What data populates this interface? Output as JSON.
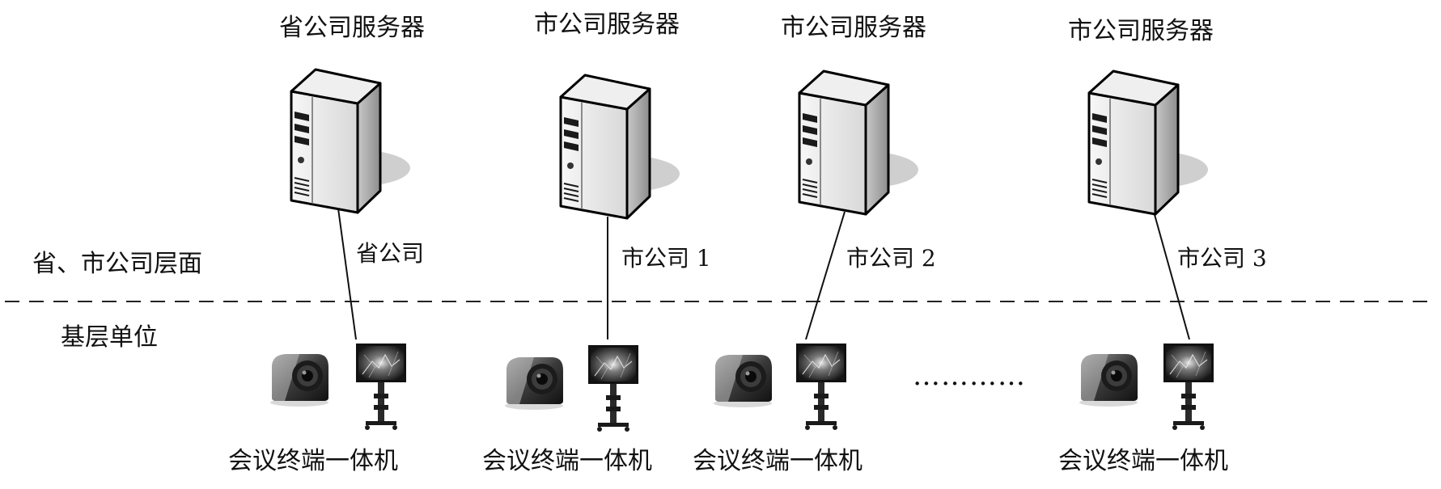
{
  "layers": {
    "upper_label": "省、市公司层面",
    "lower_label": "基层单位"
  },
  "servers": [
    {
      "title": "省公司服务器",
      "link_label": "省公司"
    },
    {
      "title": "市公司服务器",
      "link_label": "市公司 1"
    },
    {
      "title": "市公司服务器",
      "link_label": "市公司 2"
    },
    {
      "title": "市公司服务器",
      "link_label": "市公司 3"
    }
  ],
  "terminals": [
    {
      "label": "会议终端一体机"
    },
    {
      "label": "会议终端一体机"
    },
    {
      "label": "会议终端一体机"
    },
    {
      "label": "会议终端一体机"
    }
  ],
  "ellipsis": "…………",
  "icons": {
    "server": "server-tower-icon",
    "camera": "conference-camera-icon",
    "display": "display-on-stand-icon"
  }
}
